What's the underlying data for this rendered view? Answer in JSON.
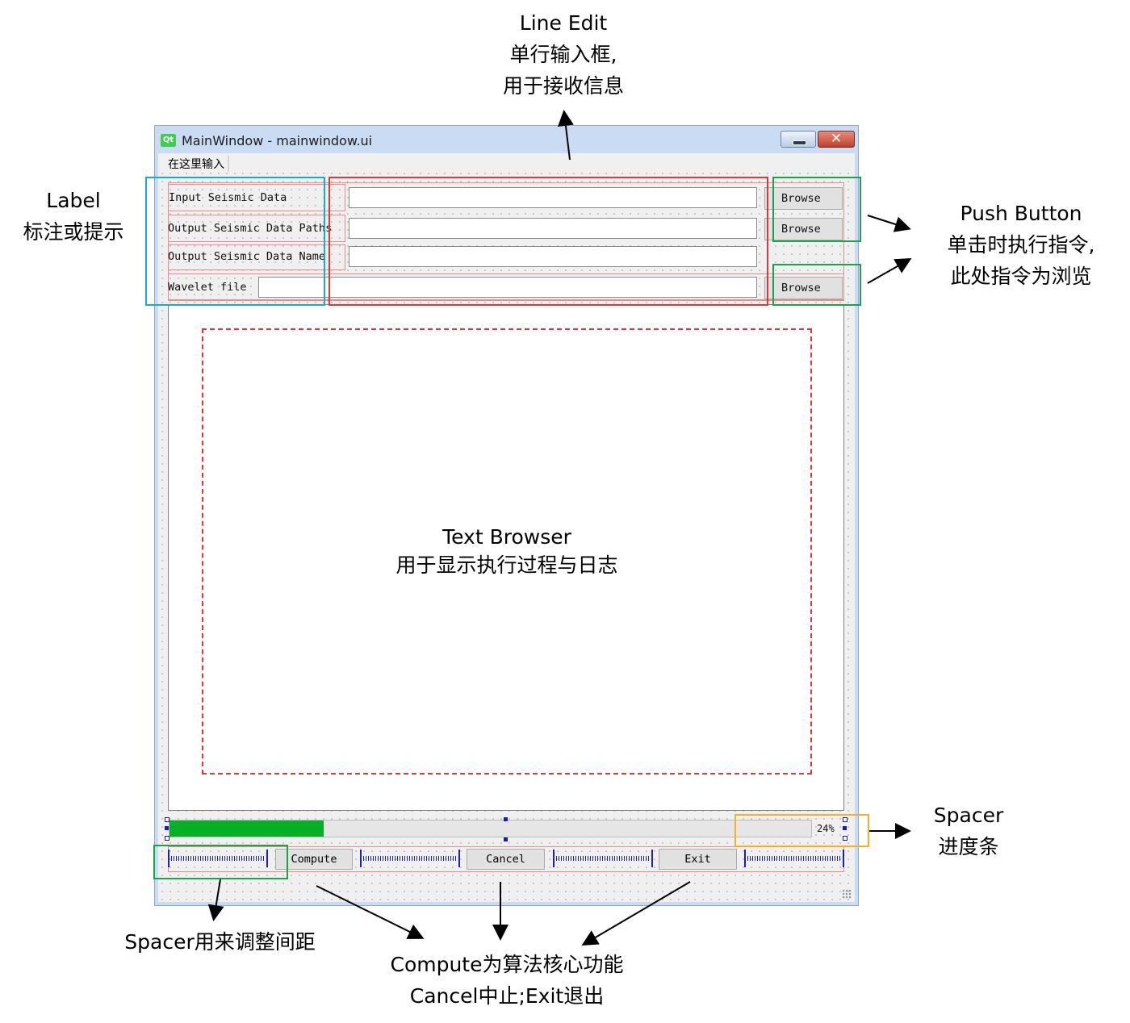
{
  "window": {
    "title": "MainWindow - mainwindow.ui",
    "logo": "Qt",
    "close_glyph": "✕",
    "menu": {
      "placeholder": "在这里输入"
    }
  },
  "form": {
    "rows": [
      {
        "label": "Input Seismic Data",
        "value": "",
        "button": "Browse"
      },
      {
        "label": "Output Seismic Data Paths",
        "value": "",
        "button": "Browse"
      },
      {
        "label": "Output Seismic Data Name",
        "value": ""
      },
      {
        "label": "Wavelet file",
        "value": "",
        "button": "Browse"
      }
    ]
  },
  "progress": {
    "value": 24,
    "text": "24%"
  },
  "buttons": {
    "compute": "Compute",
    "cancel": "Cancel",
    "exit": "Exit"
  },
  "annotations": {
    "line_edit": [
      "Line Edit",
      "单行输入框,",
      "用于接收信息"
    ],
    "label": [
      "Label",
      "标注或提示"
    ],
    "push_button": [
      "Push Button",
      "单击时执行指令,",
      "此处指令为浏览"
    ],
    "text_browser": [
      "Text Browser",
      "用于显示执行过程与日志"
    ],
    "spacer_progress": [
      "Spacer",
      "进度条"
    ],
    "spacer_spacing": "Spacer用来调整间距",
    "compute_note": [
      "Compute为算法核心功能",
      "Cancel中止;Exit退出"
    ]
  },
  "colors": {
    "label_box": "#1ba7e0",
    "line_edit_box": "#e03838",
    "button_box": "#1aa34a",
    "progress_box": "#f5b027",
    "progress_fill": "#06b025"
  }
}
